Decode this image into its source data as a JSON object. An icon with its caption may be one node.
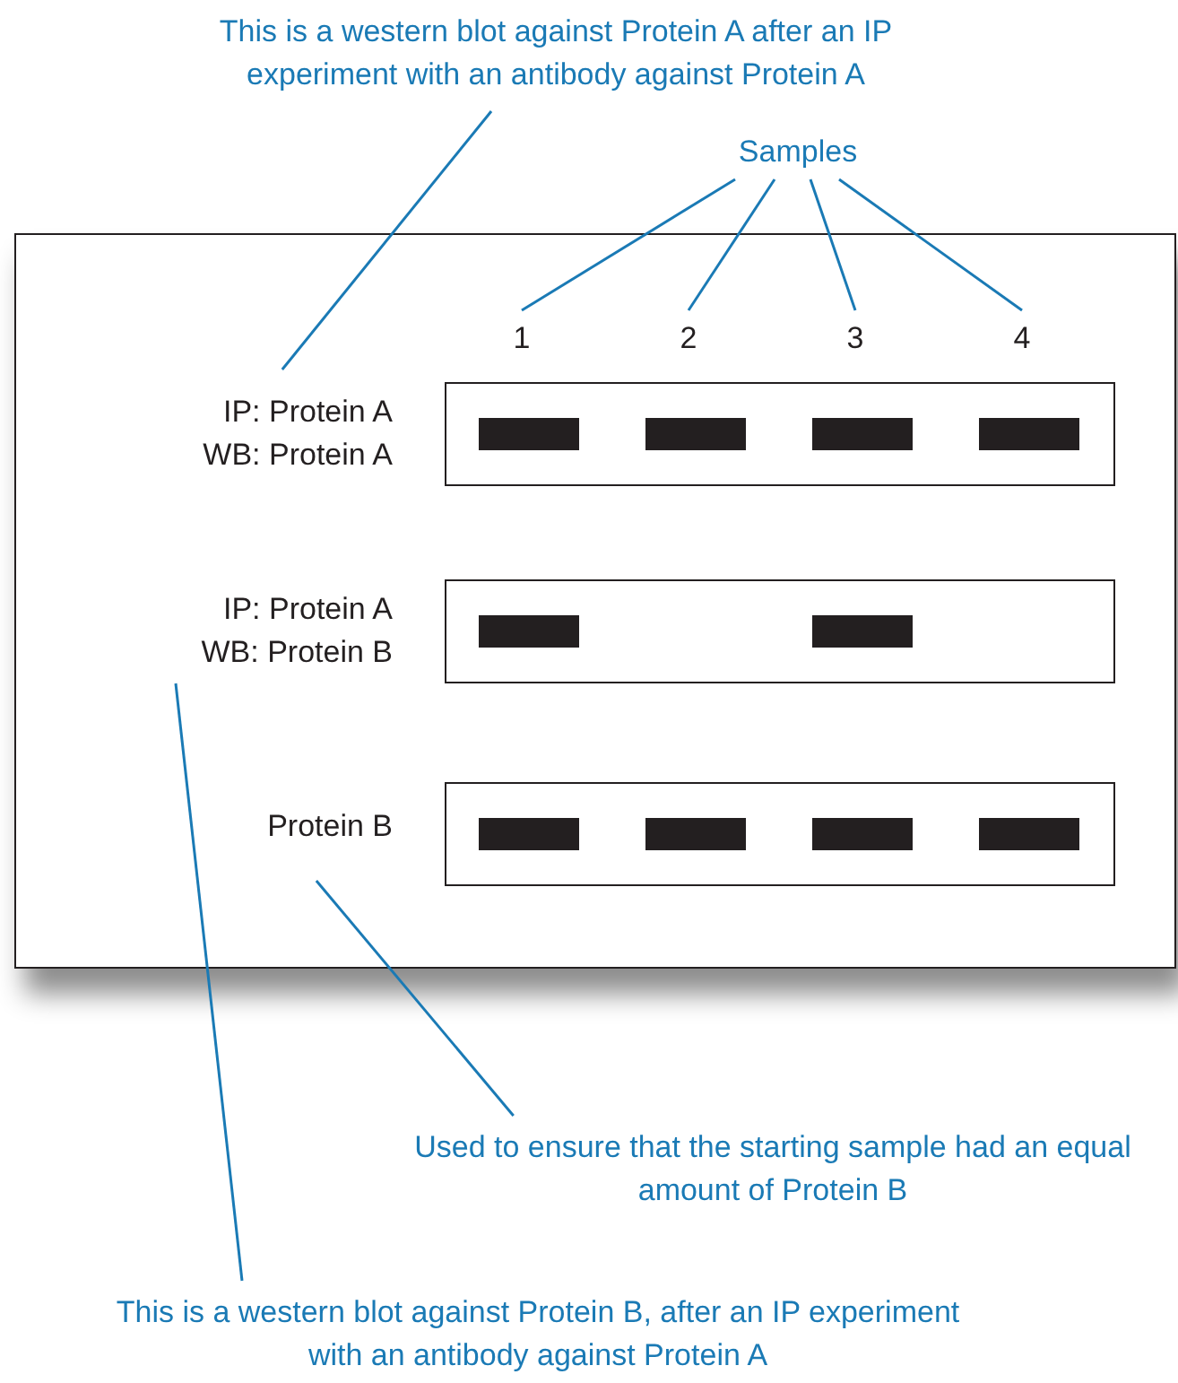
{
  "diagram": {
    "nodes": [
      {
        "text": [],
        "shape": "box"
      },
      {
        "text": [
          "This is a western blot against Protein A after an IP experiment with an antibody against Protein A"
        ]
      },
      {
        "text": [
          "Samples"
        ]
      },
      {
        "text": [
          "1"
        ],
        "in": 0
      },
      {
        "text": [
          "2"
        ],
        "in": 0
      },
      {
        "text": [
          "3"
        ],
        "in": 0
      },
      {
        "text": [
          "4"
        ],
        "in": 0
      },
      {
        "text": [
          "IP: Protein A WB: Protein A"
        ],
        "in": 0
      },
      {
        "text": [
          "IP: Protein A WB: Protein B"
        ],
        "in": 0
      },
      {
        "text": [
          "Protein B"
        ],
        "in": 0
      },
      {
        "text": [
          "Used to ensure that the starting sample had an equal amount of Protein B"
        ]
      },
      {
        "text": [
          "This is a western blot against Protein B, after an IP experiment with an antibody against Protein A"
        ]
      }
    ],
    "edges": [
      {
        "from": 1,
        "to": 7,
        "arrow": "none"
      },
      {
        "from": 2,
        "to": 3,
        "arrow": "none"
      },
      {
        "from": 2,
        "to": 4,
        "arrow": "none"
      },
      {
        "from": 2,
        "to": 5,
        "arrow": "none"
      },
      {
        "from": 2,
        "to": 6,
        "arrow": "none"
      },
      {
        "from": 10,
        "to": 9,
        "arrow": "none"
      },
      {
        "from": 11,
        "to": 8,
        "arrow": "none"
      }
    ]
  }
}
